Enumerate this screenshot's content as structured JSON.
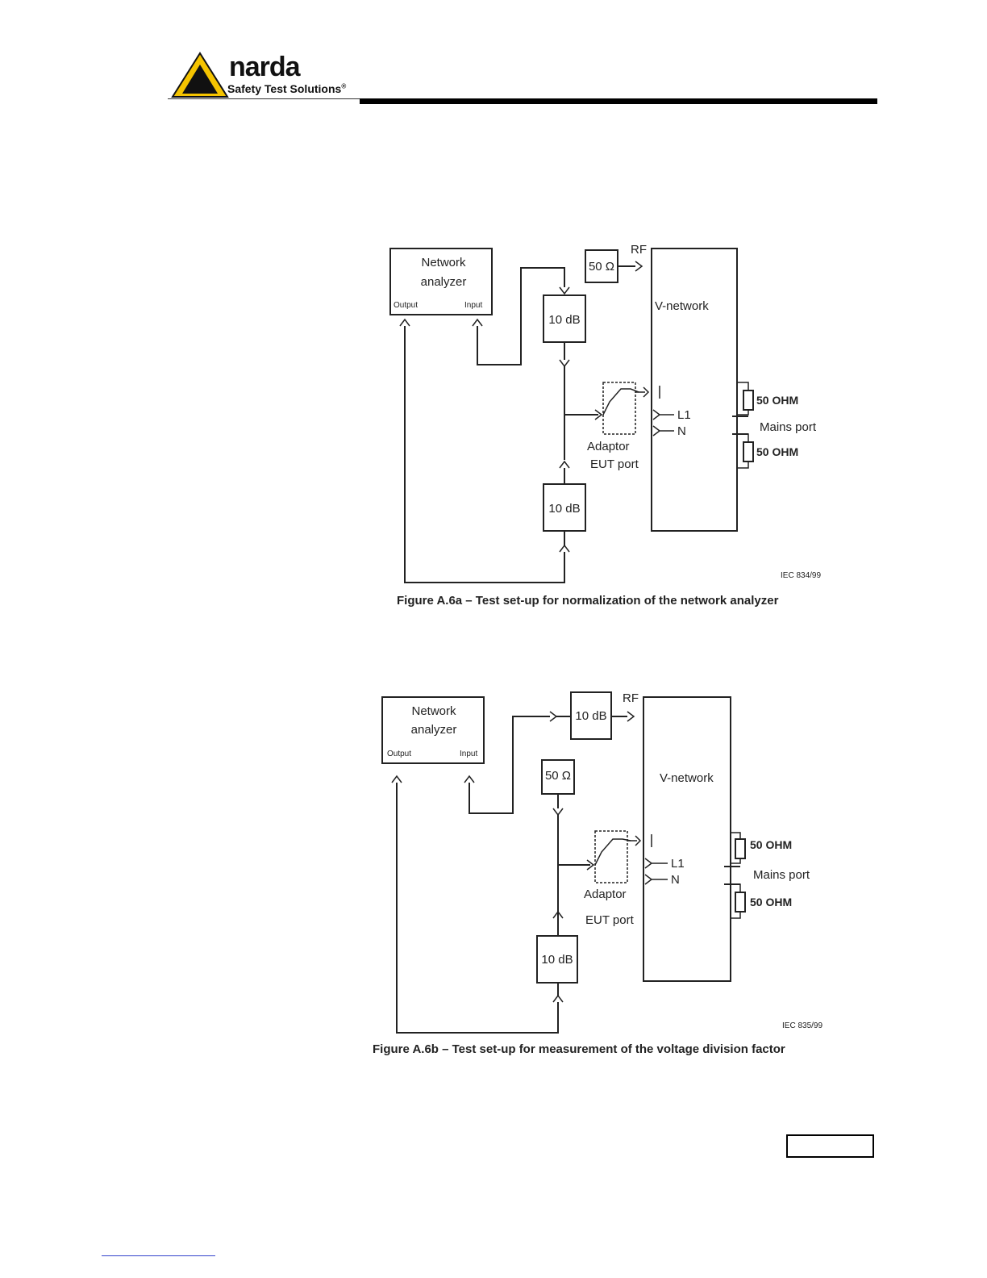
{
  "header": {
    "brand": "narda",
    "tagline": "Safety Test Solutions",
    "registered": "®"
  },
  "figure_a": {
    "network_analyzer": [
      "Network",
      "analyzer"
    ],
    "output_label": "Output",
    "input_label": "Input",
    "attenuator_top": "10 dB",
    "attenuator_bottom": "10 dB",
    "termination": "50 Ω",
    "rf_label": "RF",
    "vnetwork": "V-network",
    "l1": "L1",
    "n": "N",
    "adaptor": "Adaptor",
    "eut_port": "EUT port",
    "ohm_top": "50 OHM",
    "ohm_bottom": "50 OHM",
    "mains_port": "Mains port",
    "iec_ref": "IEC  834/99",
    "caption": "Figure A.6a – Test set-up for normalization of the network analyzer"
  },
  "figure_b": {
    "network_analyzer": [
      "Network",
      "analyzer"
    ],
    "output_label": "Output",
    "input_label": "Input",
    "attenuator_rf": "10 dB",
    "attenuator_bottom": "10 dB",
    "termination": "50 Ω",
    "rf_label": "RF",
    "vnetwork": "V-network",
    "l1": "L1",
    "n": "N",
    "adaptor": "Adaptor",
    "eut_port": "EUT port",
    "ohm_top": "50 OHM",
    "ohm_bottom": "50 OHM",
    "mains_port": "Mains port",
    "iec_ref": "IEC  835/99",
    "caption": "Figure A.6b – Test set-up for measurement of the voltage division factor"
  }
}
